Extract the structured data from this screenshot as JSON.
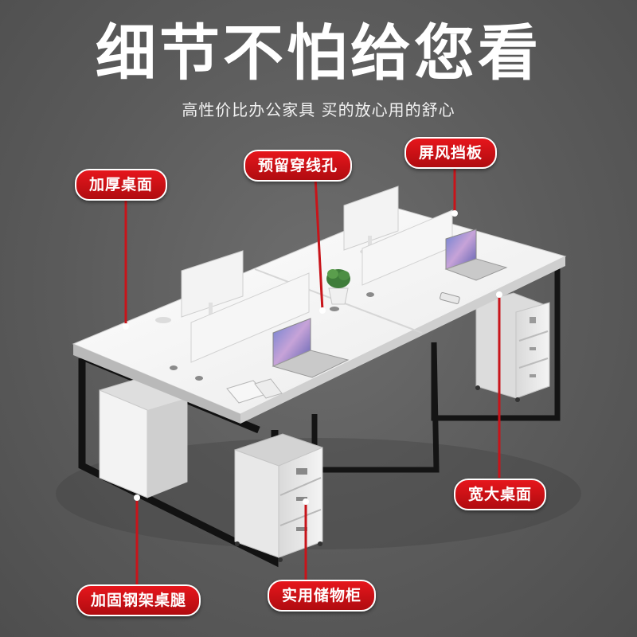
{
  "headline": "细节不怕给您看",
  "subheadline": "高性价比办公家具 买的放心用的舒心",
  "callouts": {
    "thick_top": "加厚桌面",
    "cable_hole": "预留穿线孔",
    "screen_panel": "屏风挡板",
    "wide_top": "宽大桌面",
    "steel_legs": "加固钢架桌腿",
    "storage_cabinet": "实用储物柜"
  },
  "colors": {
    "background": "#5a5a5a",
    "callout_red": "#d71218",
    "text": "#ffffff"
  }
}
